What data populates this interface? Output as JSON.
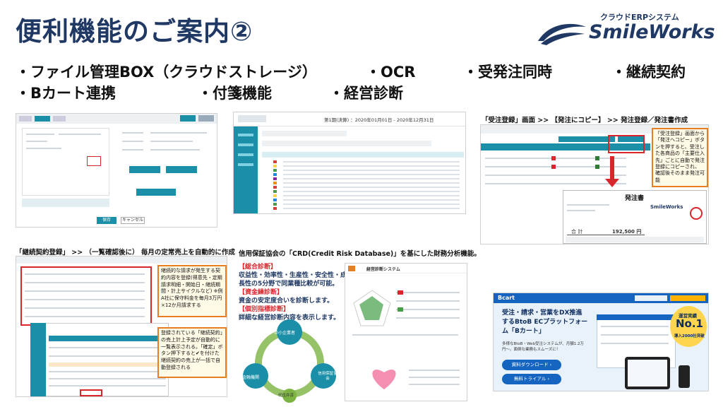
{
  "title": "便利機能のご案内②",
  "logo": {
    "sub": "クラウドERPシステム",
    "main": "SmileWorks"
  },
  "features": [
    "・ファイル管理BOX（クラウドストレージ）",
    "・OCR",
    "・受発注同時",
    "・継続契約",
    "・Bカート連携",
    "・付箋機能",
    "・経営診断"
  ],
  "panels": {
    "file_box": {
      "buttons": [
        "保存",
        "キャンセル"
      ]
    },
    "sticky": {
      "header": "第1期(決算) ：2020年01月01日 - 2020年12月31日"
    },
    "order": {
      "caption": "「受注登録」画面 >> 【発注にコピー】 >> 発注登録／発注書作成",
      "callout": "「受注登録」画面から「発注へコピー」ボタンを押すると、受注した各商品の「主要仕入先」ごとに自動で発注登録にコピーされ、確認後そのまま発注可能",
      "doc_title": "発注書",
      "total_label": "合 計",
      "total_value": "192,500 円"
    },
    "contract": {
      "caption": "「継続契約登録」 >> （一覧確認後に） 毎月の定常売上を自動的に作成",
      "callout1": "継続的な請求が発生する契約内容を登録(得意先・定期請求明細・開始日・継続期間・計上サイクルなど) ※例 A社に保守料金を毎月3万円×12か月請求する",
      "callout2": "登録されている「継続契約」の売上計上予定が自動的に一覧表示される。「確定」ボタン押下すると✔を付けた継続契約の売上が一括で自動登録される"
    },
    "diagnosis": {
      "caption": "信用保証協会の「CRD(Credit Risk Database)」を基にした財務分析機能。",
      "label1": "【総合診断】",
      "text1a": "収益性・効率性・生産性・安全性・成",
      "text1b": "長性の5分野で同業種比較が可能。",
      "label2": "【資金繰診断】",
      "text2": "資金の安定度合いを診断します。",
      "label3": "【個別指標診断】",
      "text3": "詳細な経営診断内容を表示します。",
      "cycle": [
        "中小企業者",
        "金融機関",
        "信用保証協会",
        "代位弁済"
      ],
      "panel_title": "経営診断システム"
    },
    "bcart": {
      "brand": "Bcart",
      "headline": "受注・請求・営業をDX推進するBtoB ECプラットフォーム「Bカート」",
      "sub": "多様なBtoB・Web受注システムが、月額1.2万円〜。面倒な業務もスムーズに！",
      "btn1": "資料ダウンロード ›",
      "btn2": "無料トライアル ›",
      "badge_top": "運営実績",
      "badge_no": "No.1",
      "badge_sub": "導入2000社突破"
    }
  },
  "colors": {
    "navy": "#1f3864",
    "teal": "#1b8fa8",
    "orange": "#e67e22",
    "red": "#d9262c",
    "bcart_blue": "#1565c0"
  }
}
